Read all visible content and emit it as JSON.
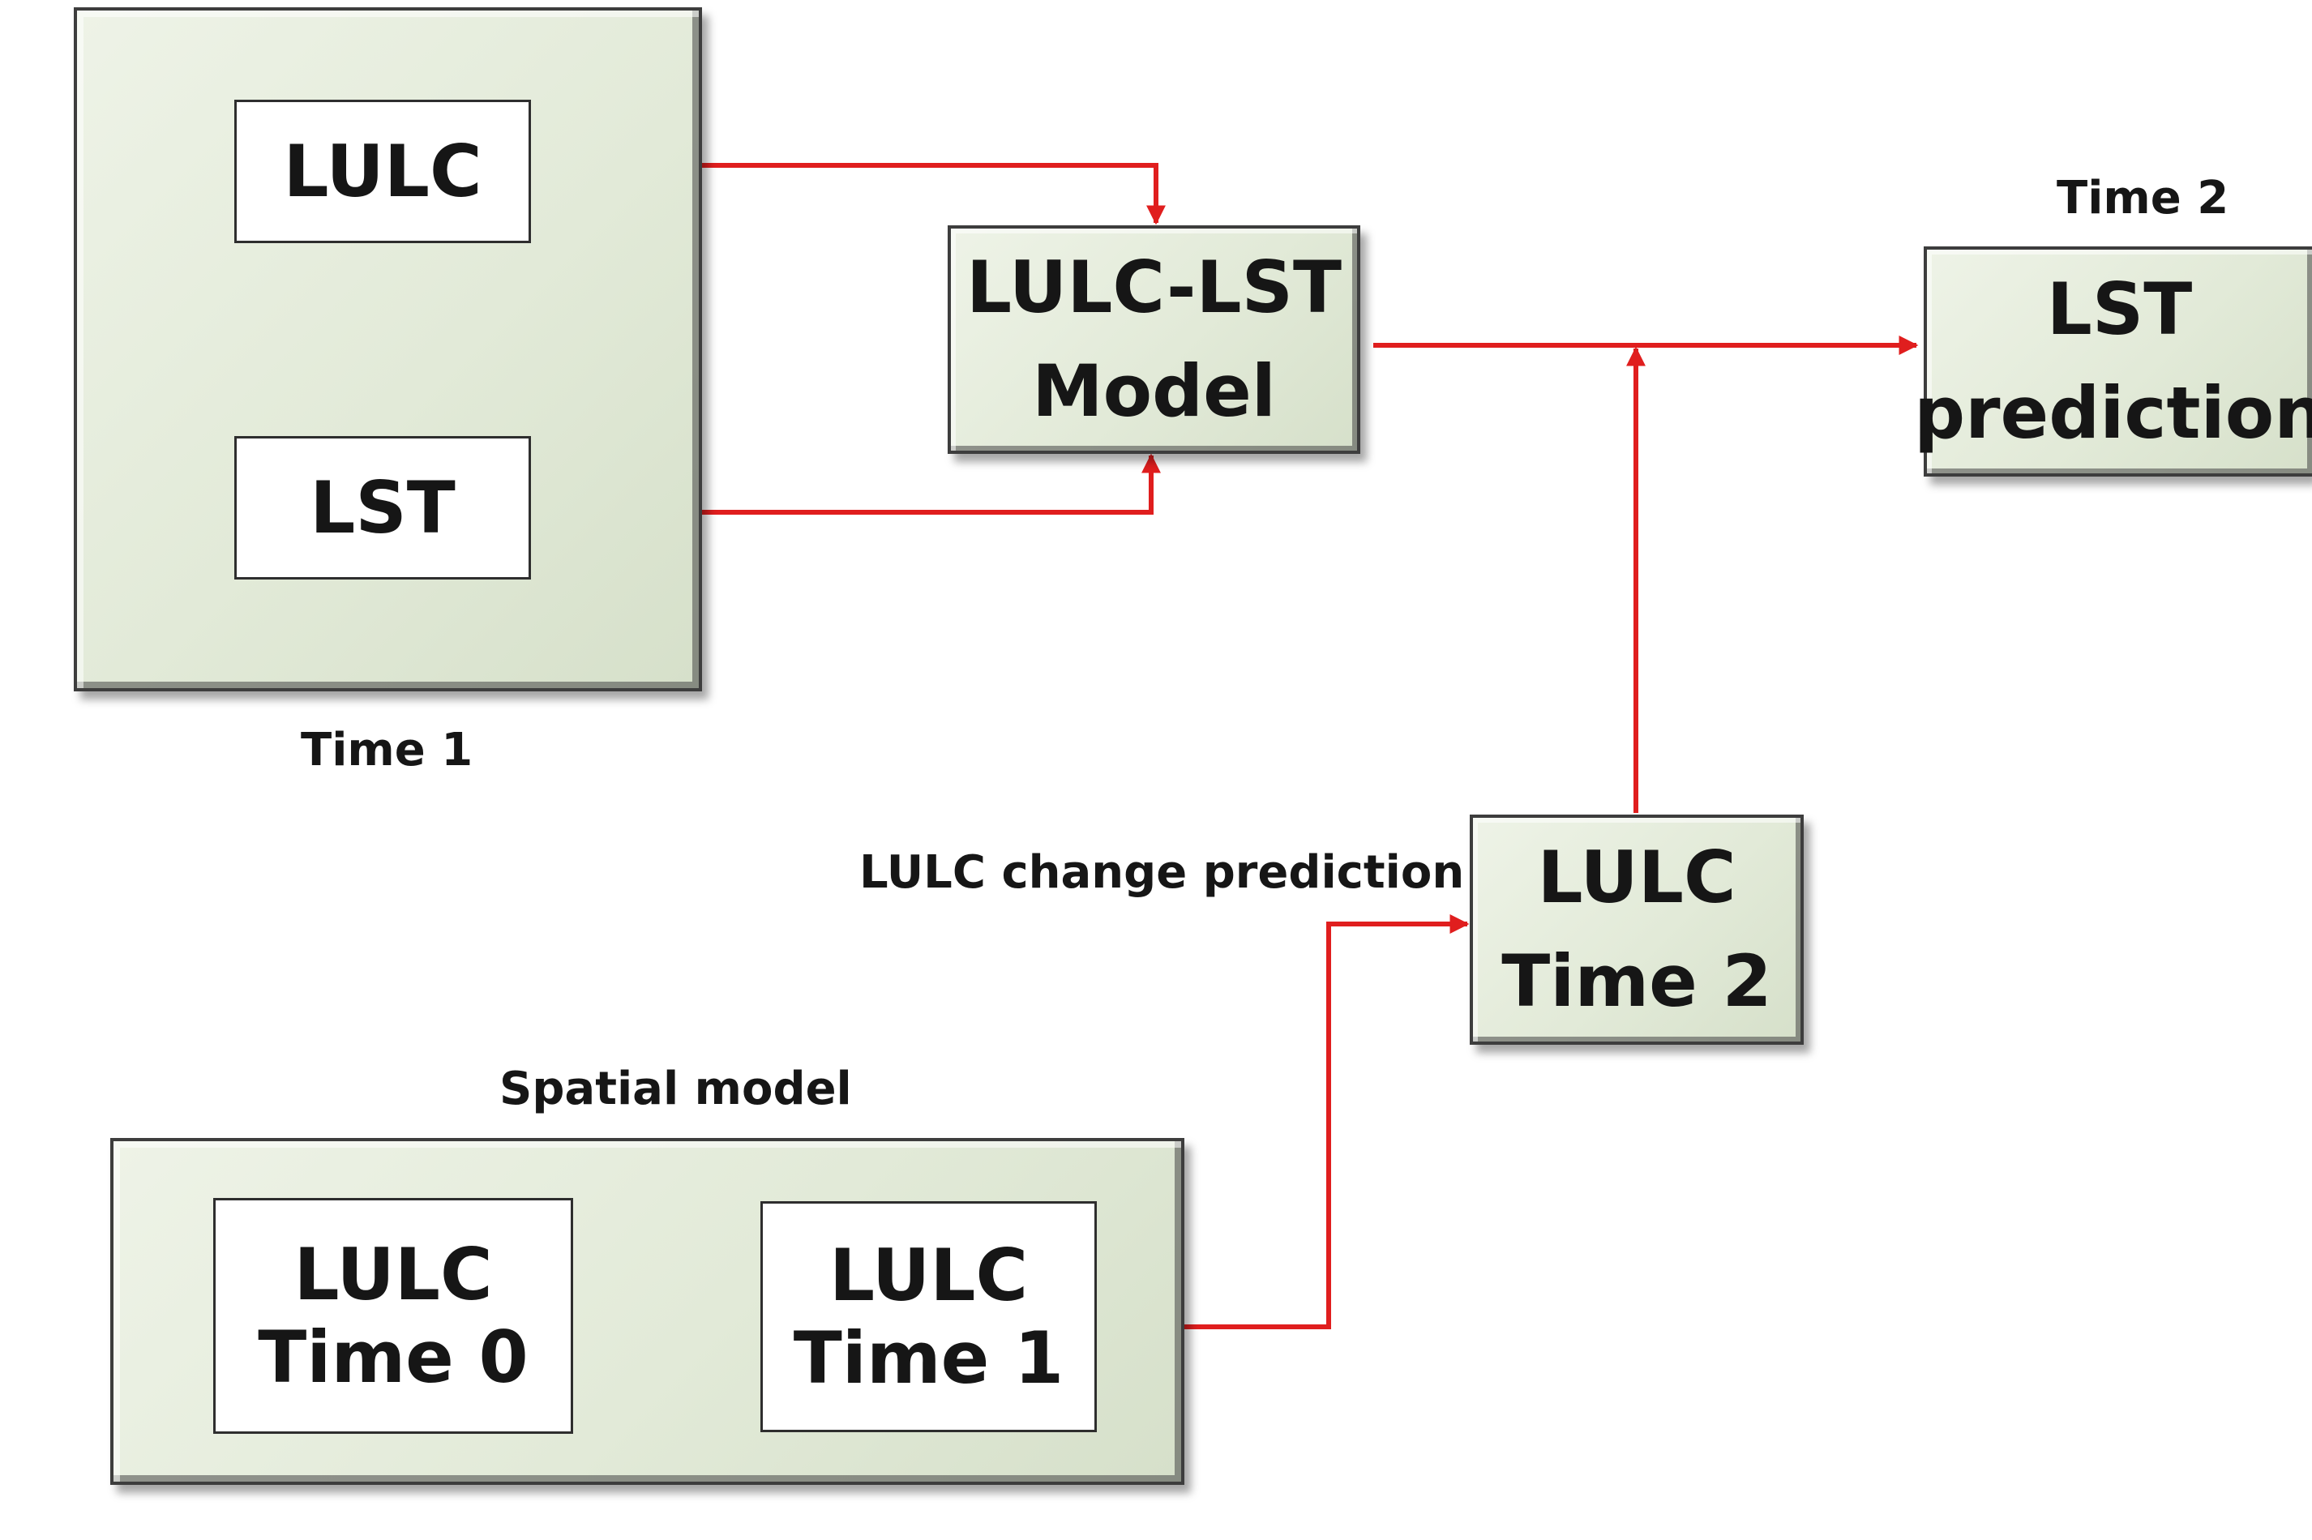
{
  "colors": {
    "arrow": "#e01e1e",
    "dashed_arrow": "#29a8e0",
    "panel_fill": "#e2ead8",
    "border": "#3d3d3d"
  },
  "inputs": {
    "lulc": "LULC",
    "lst": "LST",
    "time_label": "Time 1"
  },
  "model": {
    "line1": "LULC-LST",
    "line2": "Model"
  },
  "output": {
    "time_label": "Time 2",
    "line1": "LST",
    "line2": "prediction"
  },
  "lulc_time2": {
    "line1": "LULC",
    "line2": "Time 2",
    "caption": "LULC change prediction"
  },
  "spatial": {
    "caption": "Spatial model",
    "t0_line1": "LULC",
    "t0_line2": "Time 0",
    "t1_line1": "LULC",
    "t1_line2": "Time 1"
  }
}
